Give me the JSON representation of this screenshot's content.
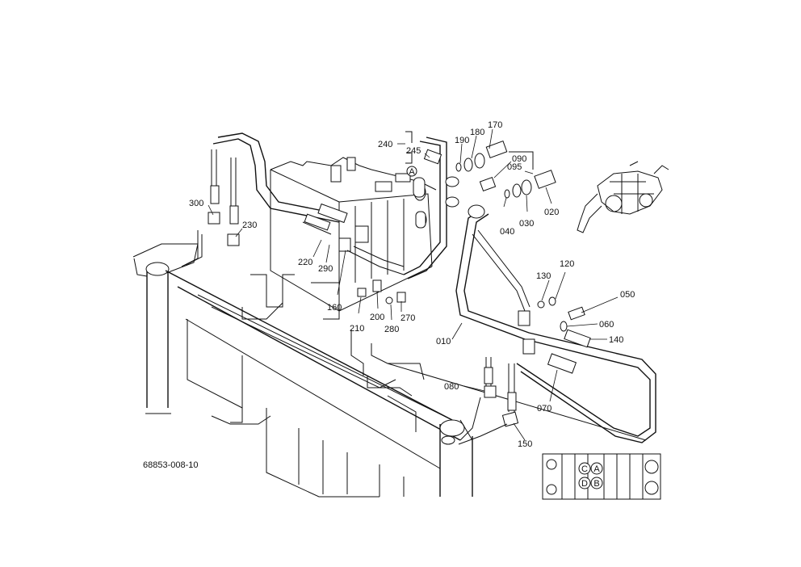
{
  "drawing_number": "68853-008-10",
  "part_labels": {
    "p010": "010",
    "p020": "020",
    "p030": "030",
    "p040": "040",
    "p050": "050",
    "p060": "060",
    "p070": "070",
    "p080": "080",
    "p090": "090",
    "p095": "095",
    "p120": "120",
    "p130": "130",
    "p140": "140",
    "p150": "150",
    "p160": "160",
    "p170": "170",
    "p180": "180",
    "p190": "190",
    "p200": "200",
    "p210": "210",
    "p220": "220",
    "p230": "230",
    "p240": "240",
    "p245": "245",
    "p270": "270",
    "p280": "280",
    "p290": "290",
    "p300": "300"
  },
  "port_markers": {
    "a": "A",
    "b": "B",
    "c": "C",
    "d": "D"
  }
}
